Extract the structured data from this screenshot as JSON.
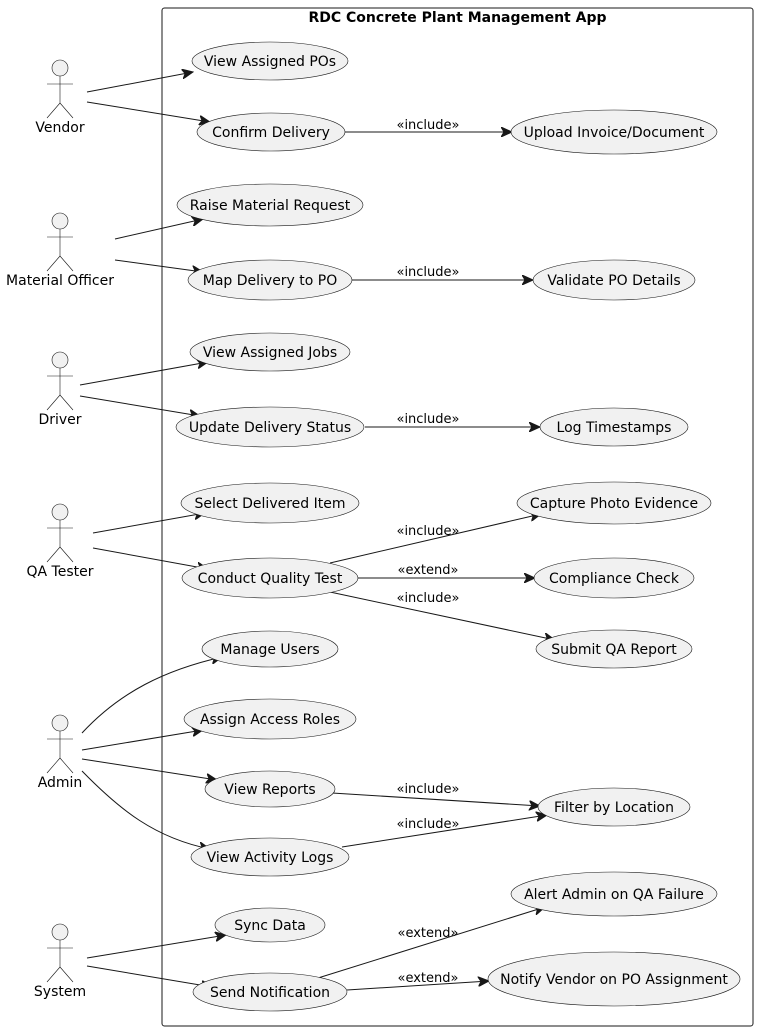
{
  "system": {
    "title": "RDC Concrete Plant Management App"
  },
  "actors": {
    "vendor": "Vendor",
    "material_officer": "Material Officer",
    "driver": "Driver",
    "qa_tester": "QA Tester",
    "admin": "Admin",
    "system": "System"
  },
  "use_cases": {
    "view_assigned_pos": "View Assigned POs",
    "confirm_delivery": "Confirm Delivery",
    "upload_invoice": "Upload Invoice/Document",
    "raise_material_request": "Raise Material Request",
    "map_delivery_to_po": "Map Delivery to PO",
    "validate_po_details": "Validate PO Details",
    "view_assigned_jobs": "View Assigned Jobs",
    "update_delivery_status": "Update Delivery Status",
    "log_timestamps": "Log Timestamps",
    "select_delivered_item": "Select Delivered Item",
    "conduct_quality_test": "Conduct Quality Test",
    "capture_photo_evidence": "Capture Photo Evidence",
    "compliance_check": "Compliance Check",
    "submit_qa_report": "Submit QA Report",
    "manage_users": "Manage Users",
    "assign_access_roles": "Assign Access Roles",
    "view_reports": "View Reports",
    "filter_by_location": "Filter by Location",
    "view_activity_logs": "View Activity Logs",
    "sync_data": "Sync Data",
    "send_notification": "Send Notification",
    "alert_admin_qa_failure": "Alert Admin on QA Failure",
    "notify_vendor_po_assignment": "Notify Vendor on PO Assignment"
  },
  "relationships": {
    "confirm_upload": "«include»",
    "map_validate": "«include»",
    "update_log": "«include»",
    "conduct_capture": "«include»",
    "conduct_compliance": "«extend»",
    "conduct_submit": "«include»",
    "reports_filter": "«include»",
    "logs_filter": "«include»",
    "notify_alert": "«extend»",
    "notify_vendor": "«extend»"
  }
}
